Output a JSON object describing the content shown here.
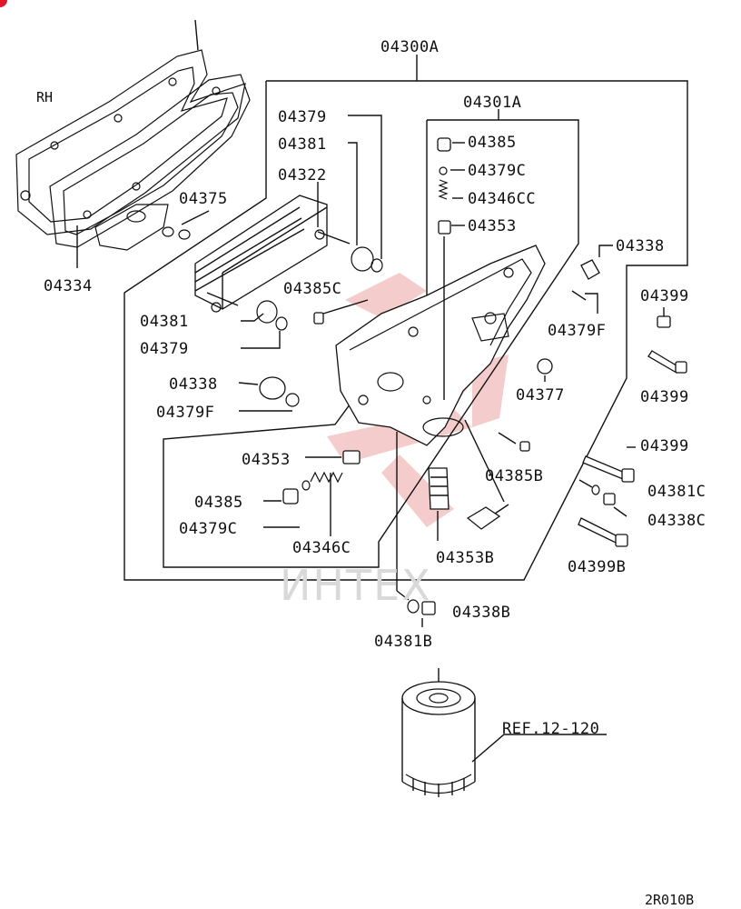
{
  "diagram": {
    "side_label": "RH",
    "assembly_labels": [
      "04300A",
      "04301A"
    ],
    "part_labels": {
      "p04379_top": "04379",
      "p04381_top": "04381",
      "p04322": "04322",
      "p04375": "04375",
      "p04334": "04334",
      "p04385c": "04385C",
      "p04381_left": "04381",
      "p04379_left": "04379",
      "p04338_left": "04338",
      "p04379f_left": "04379F",
      "p04353_left": "04353",
      "p04385_left": "04385",
      "p04379c_left": "04379C",
      "p04346c": "04346C",
      "p04385_top": "04385",
      "p04379c_top": "04379C",
      "p04346cc": "04346CC",
      "p04353_top": "04353",
      "p04338_right": "04338",
      "p04379f_right": "04379F",
      "p04377": "04377",
      "p04385b": "04385B",
      "p04353b": "04353B",
      "p04399_a": "04399",
      "p04399_b": "04399",
      "p04399_c": "04399",
      "p04381c": "04381C",
      "p04338c": "04338C",
      "p04399b": "04399B",
      "p04338b": "04338B",
      "p04381b": "04381B"
    },
    "reference": "REF.12-120",
    "drawing_code": "2R010B",
    "watermark": "ИНТЕХ"
  }
}
